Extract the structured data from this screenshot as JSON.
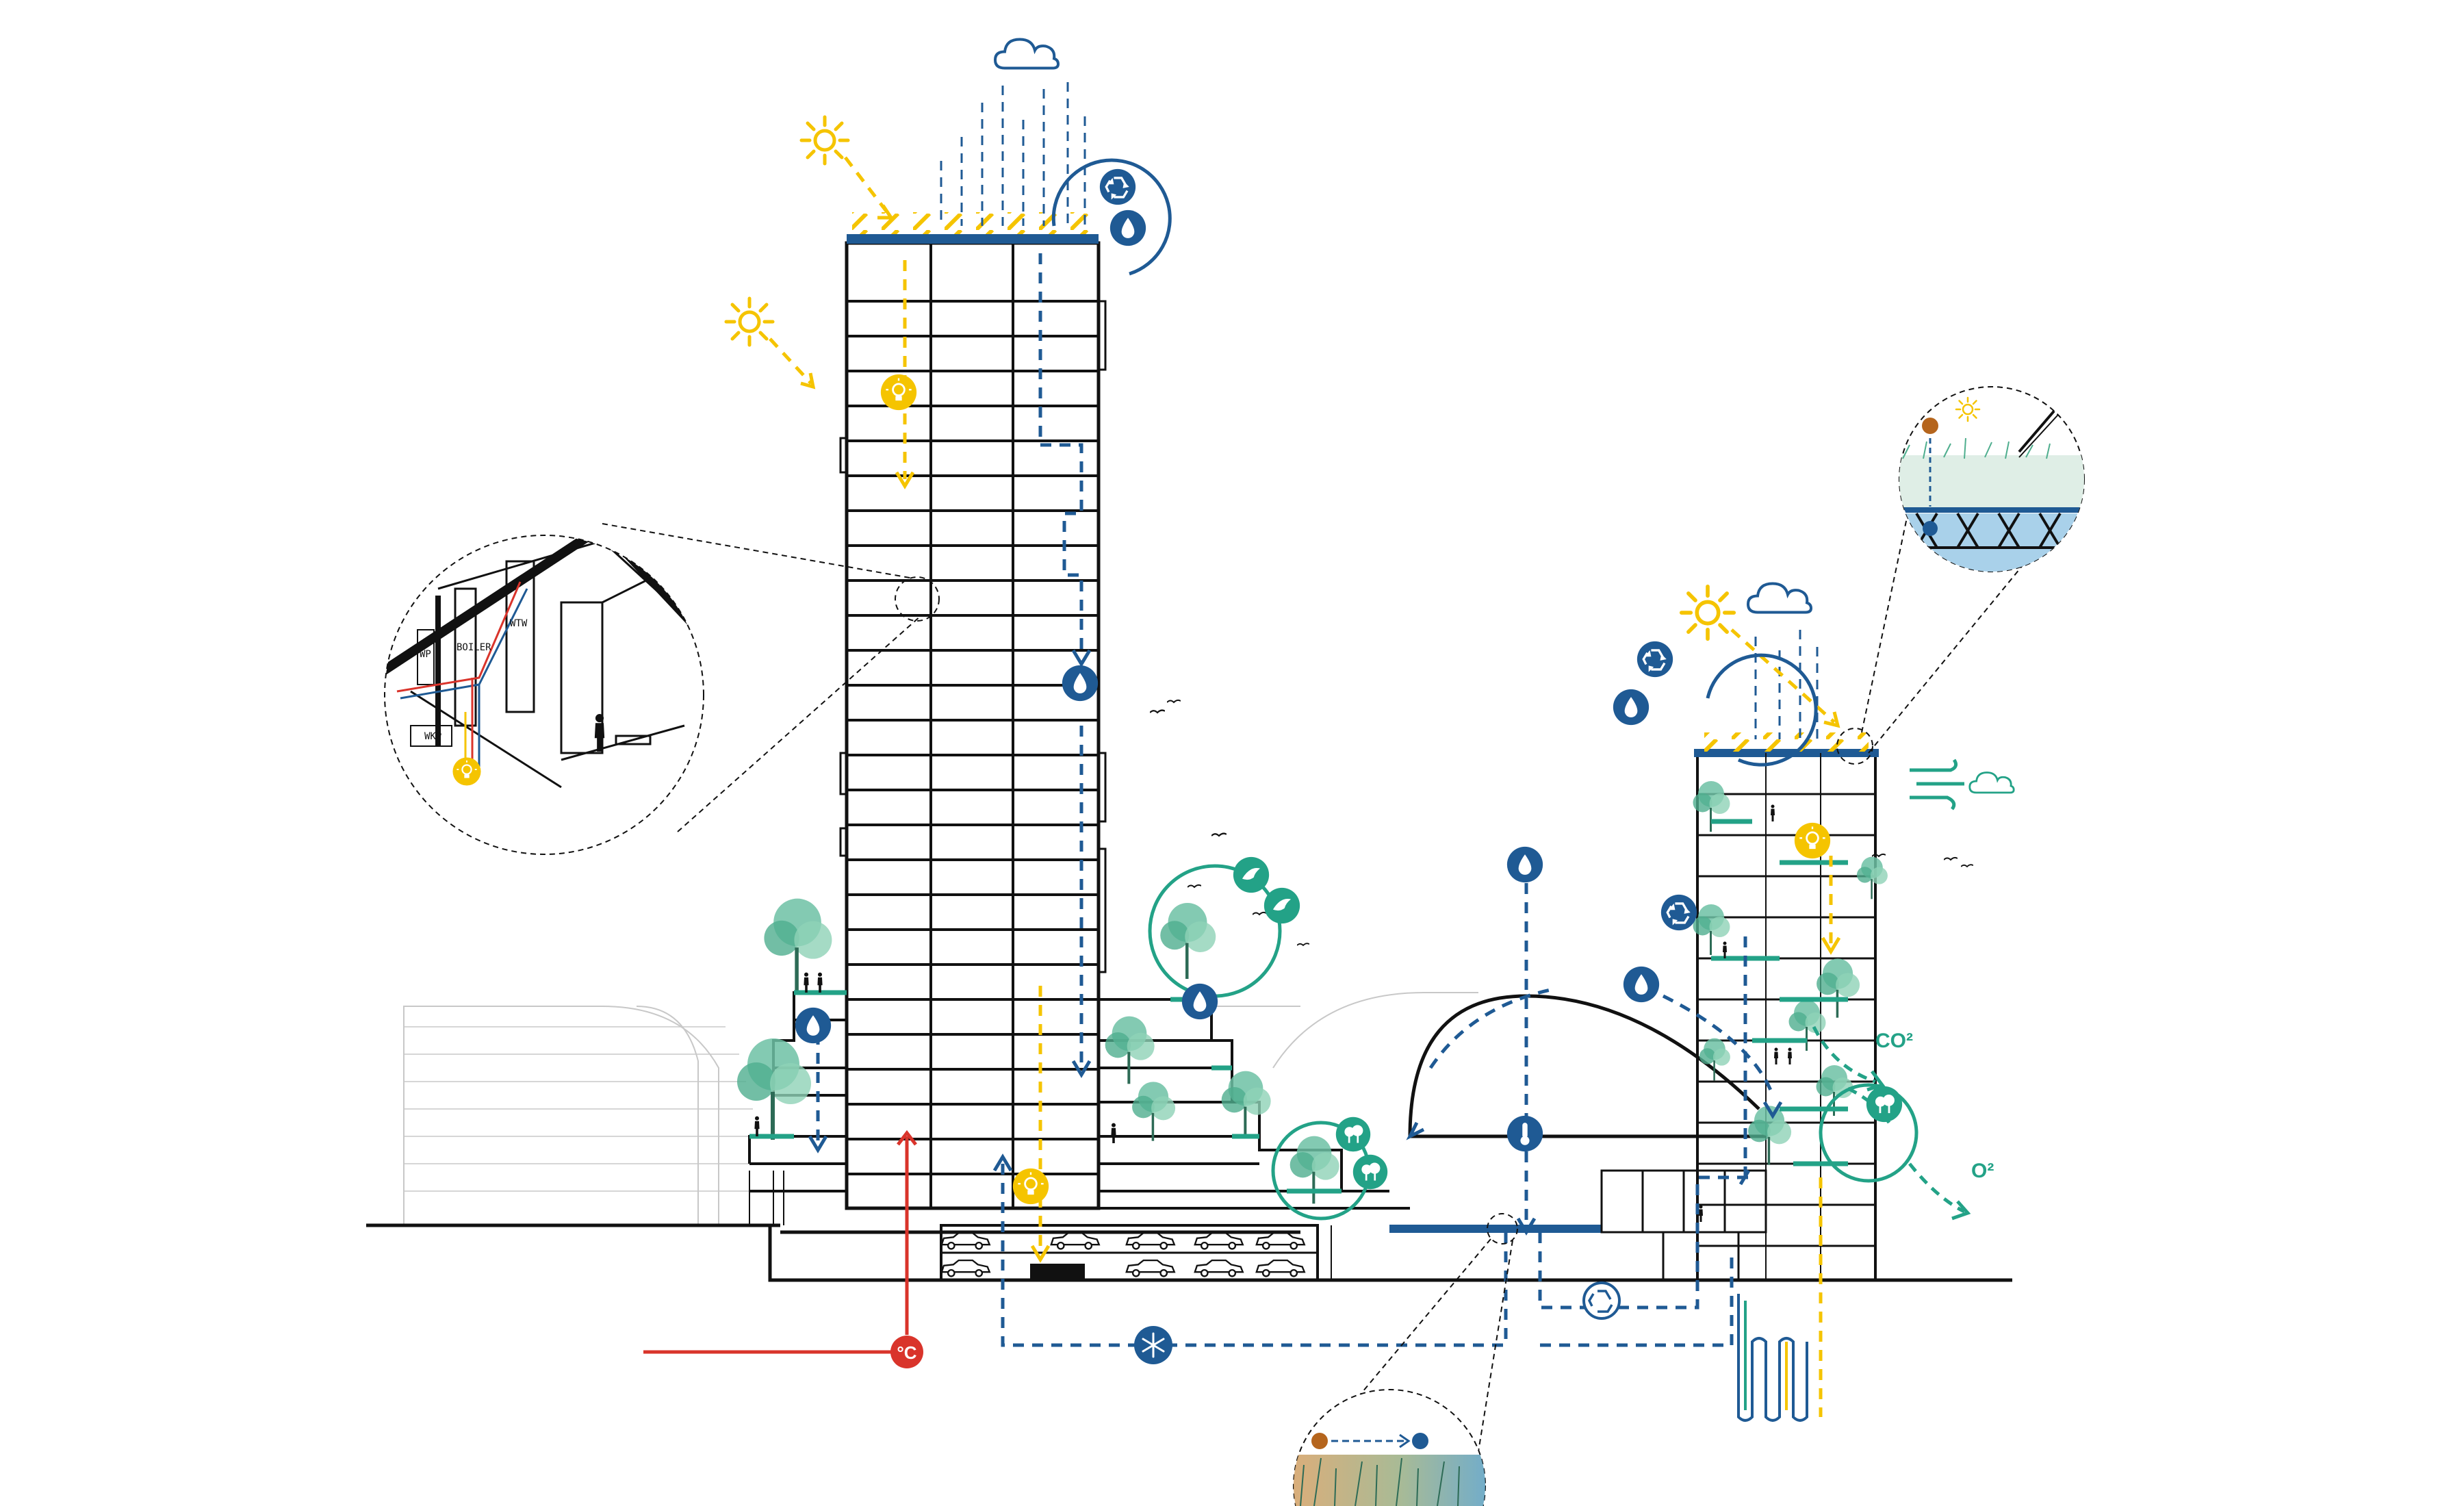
{
  "colors": {
    "ink": "#111111",
    "water_blue": "#1f5a94",
    "sun_yellow": "#f5c400",
    "green": "#23a287",
    "foliage": "#6dc1a4",
    "heat_red": "#d9342b",
    "context_grey": "#c8c8c8",
    "brown": "#b5651d"
  },
  "labels": {
    "heat": "°C",
    "co2": "CO²",
    "o2": "O²",
    "wkp": "WKP",
    "wp": "WP",
    "boiler": "BOILER",
    "wtw": "WTW"
  },
  "icons": [
    "sun-icon",
    "cloud-icon",
    "recycle-icon",
    "water-drop-icon",
    "light-bulb-icon",
    "snowflake-icon",
    "thermometer-icon",
    "bird-icon",
    "tree-icon",
    "wind-icon",
    "heat-pump-icon"
  ]
}
